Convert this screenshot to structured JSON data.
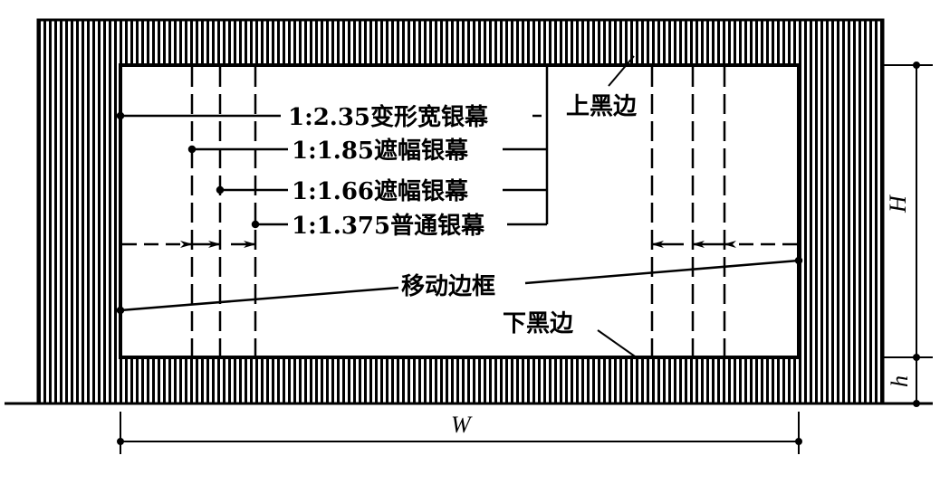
{
  "labels": {
    "ratio_235": "1:2.35变形宽银幕",
    "ratio_185": "1:1.85遮幅银幕",
    "ratio_166": "1:1.66遮幅银幕",
    "ratio_1375": "1:1.375普通银幕",
    "top_border": "上黑边",
    "bottom_border": "下黑边",
    "moving_frame": "移动边框"
  },
  "dimensions": {
    "height_total": "H",
    "height_base": "h",
    "width": "W"
  },
  "colors": {
    "ink": "#000000",
    "paper": "#ffffff"
  }
}
